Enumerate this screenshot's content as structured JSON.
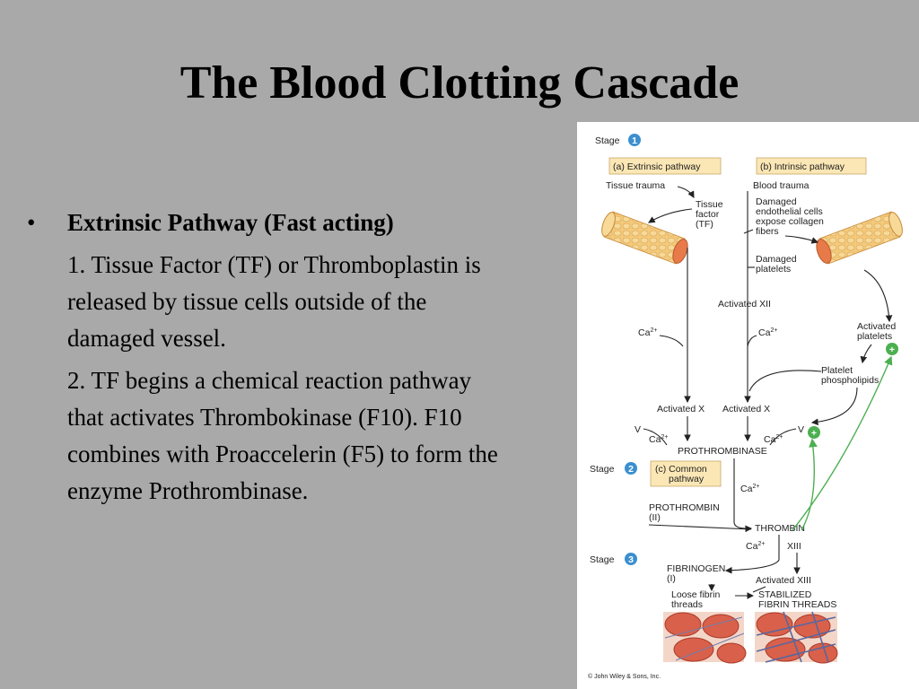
{
  "slide": {
    "title": "The Blood Clotting Cascade",
    "bullet_heading": "Extrinsic Pathway  (Fast acting)",
    "paragraphs": [
      "1.  Tissue Factor  (TF) or Thromboplastin is released by tissue cells outside of the damaged vessel.",
      "2.  TF begins a chemical reaction pathway that activates Thrombokinase (F10).  F10 combines with Proaccelerin (F5) to form the enzyme Prothrombinase."
    ]
  },
  "figure": {
    "stage_word": "Stage",
    "stage1": "1",
    "stage2": "2",
    "stage3": "3",
    "extrinsic_box": "(a) Extrinsic pathway",
    "intrinsic_box": "(b) Intrinsic pathway",
    "tissue_trauma": "Tissue trauma",
    "blood_trauma": "Blood trauma",
    "tf1": "Tissue",
    "tf2": "factor",
    "tf3": "(TF)",
    "dmg1": "Damaged",
    "dmg2": "endothelial cells",
    "dmg3": "expose collagen",
    "dmg4": "fibers",
    "dp1": "Damaged",
    "dp2": "platelets",
    "activated_xii": "Activated XII",
    "ca": "Ca",
    "ca_sup": "2+",
    "act_plat1": "Activated",
    "act_plat2": "platelets",
    "plat_phos1": "Platelet",
    "plat_phos2": "phospholipids",
    "activated_x": "Activated X",
    "v": "V",
    "prothrombinase": "PROTHROMBINASE",
    "common1": "(c) Common",
    "common2": "pathway",
    "prothrombin1": "PROTHROMBIN",
    "prothrombin2": "(II)",
    "thrombin": "THROMBIN",
    "xiii": "XIII",
    "fibrinogen1": "FIBRINOGEN",
    "fibrinogen2": "(I)",
    "activated_xiii": "Activated XIII",
    "loose1": "Loose fibrin",
    "loose2": "threads",
    "stab1": "STABILIZED",
    "stab2": "FIBRIN THREADS",
    "plus": "+",
    "copyright": "© John Wiley & Sons, Inc."
  },
  "colors": {
    "background": "#a9a9a9",
    "stage_badge": "#3b8fd0",
    "label_box": "#fbe7b5",
    "green_arrow": "#4caf50"
  }
}
